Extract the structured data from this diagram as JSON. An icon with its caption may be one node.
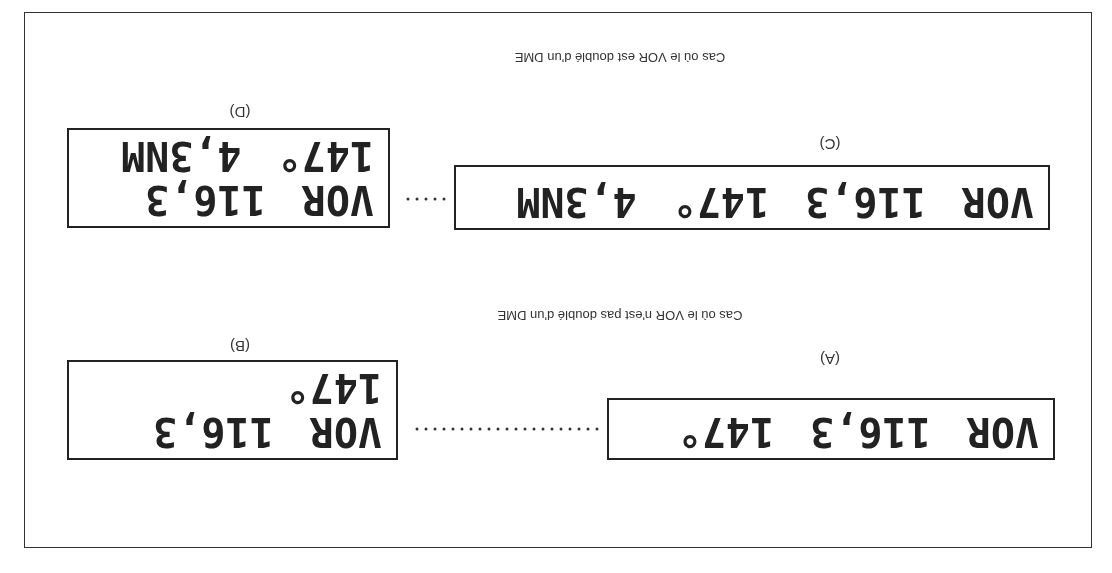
{
  "diagram": {
    "nodes": [
      {
        "text": [
          "VOR 116,3 147°"
        ],
        "beside": [
          "(A)"
        ]
      },
      {
        "text": [
          "VOR 116,3",
          "147°"
        ],
        "beside": [
          "(B)"
        ]
      },
      {
        "text": [
          "VOR 116,3 147° 4,3NM"
        ],
        "beside": [
          "(C)"
        ]
      },
      {
        "text": [
          "VOR 116,3",
          "147° 4,3NM"
        ],
        "beside": [
          "(D)"
        ]
      }
    ],
    "edges": [
      {
        "from": 0,
        "to": 1,
        "arrow": "none",
        "style": "dashed"
      },
      {
        "from": 2,
        "to": 3,
        "arrow": "none",
        "style": "dashed"
      }
    ],
    "labels": [
      "Cas où le VOR n'est pas doublé d'un DME",
      "Cas où le VOR est doublé d'un DME"
    ]
  }
}
